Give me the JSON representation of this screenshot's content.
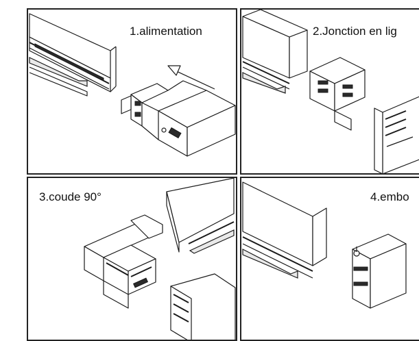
{
  "panels": [
    {
      "caption": "1.alimentation"
    },
    {
      "caption": "2.Jonction en lig"
    },
    {
      "caption": "3.coude 90°"
    },
    {
      "caption": "4.embo"
    }
  ],
  "icons": [
    "arrow-icon"
  ]
}
